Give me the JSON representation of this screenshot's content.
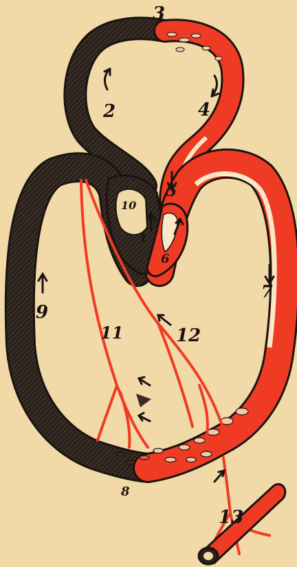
{
  "diagram": {
    "labels": {
      "l3": "3",
      "l2": "2",
      "l4": "4",
      "l5": "5",
      "l10": "10",
      "l1": "1",
      "l6": "6",
      "l7": "7",
      "l9": "9",
      "l11": "11",
      "l12": "12",
      "l8": "8",
      "l13": "13"
    },
    "colors": {
      "paper": "#f2d9a8",
      "venous": "#231b17",
      "arterial": "#ef3b24",
      "outline": "#1a1410"
    }
  }
}
